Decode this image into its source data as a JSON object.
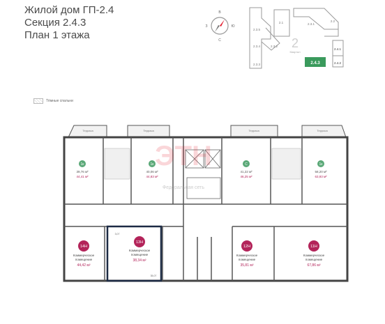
{
  "header": {
    "line1": "Жилой дом ГП-2.4",
    "line2": "Секция 2.4.3",
    "line3": "План 1 этажа"
  },
  "compass": {
    "n": "В",
    "s": "С",
    "e": "Ю",
    "w": "З"
  },
  "keyplan": {
    "big_number": "2",
    "small_label": "Квартал",
    "cells": [
      "2.1",
      "2.2",
      "2.3.1",
      "2.3.2",
      "2.3.3",
      "2.3.4",
      "2.3.5",
      "2.4.1",
      "2.4.2",
      "2.4.3"
    ],
    "highlight": "2.4.3",
    "accent": "#3a9a5c"
  },
  "legend": {
    "label": "Тёмные спальни"
  },
  "watermark": {
    "brand": "ЭТН",
    "sub": "Федеральная сеть"
  },
  "terraces": [
    "Терраса",
    "Терраса",
    "Терраса",
    "Терраса"
  ],
  "units": {
    "u1": {
      "tag": "1к",
      "area1": "39,76 м²",
      "area2": "44,41 м²"
    },
    "u2": {
      "tag": "1к",
      "area1": "40,06 м²",
      "area2": "44,83 м²"
    },
    "u3": {
      "tag": "С",
      "area1": "41,22 м²",
      "area2": "46,25 м²"
    },
    "u4": {
      "tag": "1к",
      "area1": "58,20 м²",
      "area2": "63,93 м²"
    },
    "c14": {
      "tag": "14Н",
      "name1": "Коммерческое",
      "name2": "помещение",
      "area": "44,42 м²"
    },
    "c13": {
      "tag": "13Н",
      "name1": "Коммерческое",
      "name2": "помещение",
      "area": "38,34 м²",
      "small": "3,07",
      "small2": "35,07"
    },
    "c12": {
      "tag": "12Н",
      "name1": "Коммерческое",
      "name2": "помещение",
      "area": "35,81 м²"
    },
    "c11": {
      "tag": "11Н",
      "name1": "Коммерческое",
      "name2": "помещение",
      "area": "67,86 м²"
    }
  },
  "colors": {
    "commercial_tag": "#b3245a",
    "green_tag": "#5aa877",
    "area_pink": "#b3245a",
    "wall": "#444444",
    "watermark": "#e31c2d"
  }
}
